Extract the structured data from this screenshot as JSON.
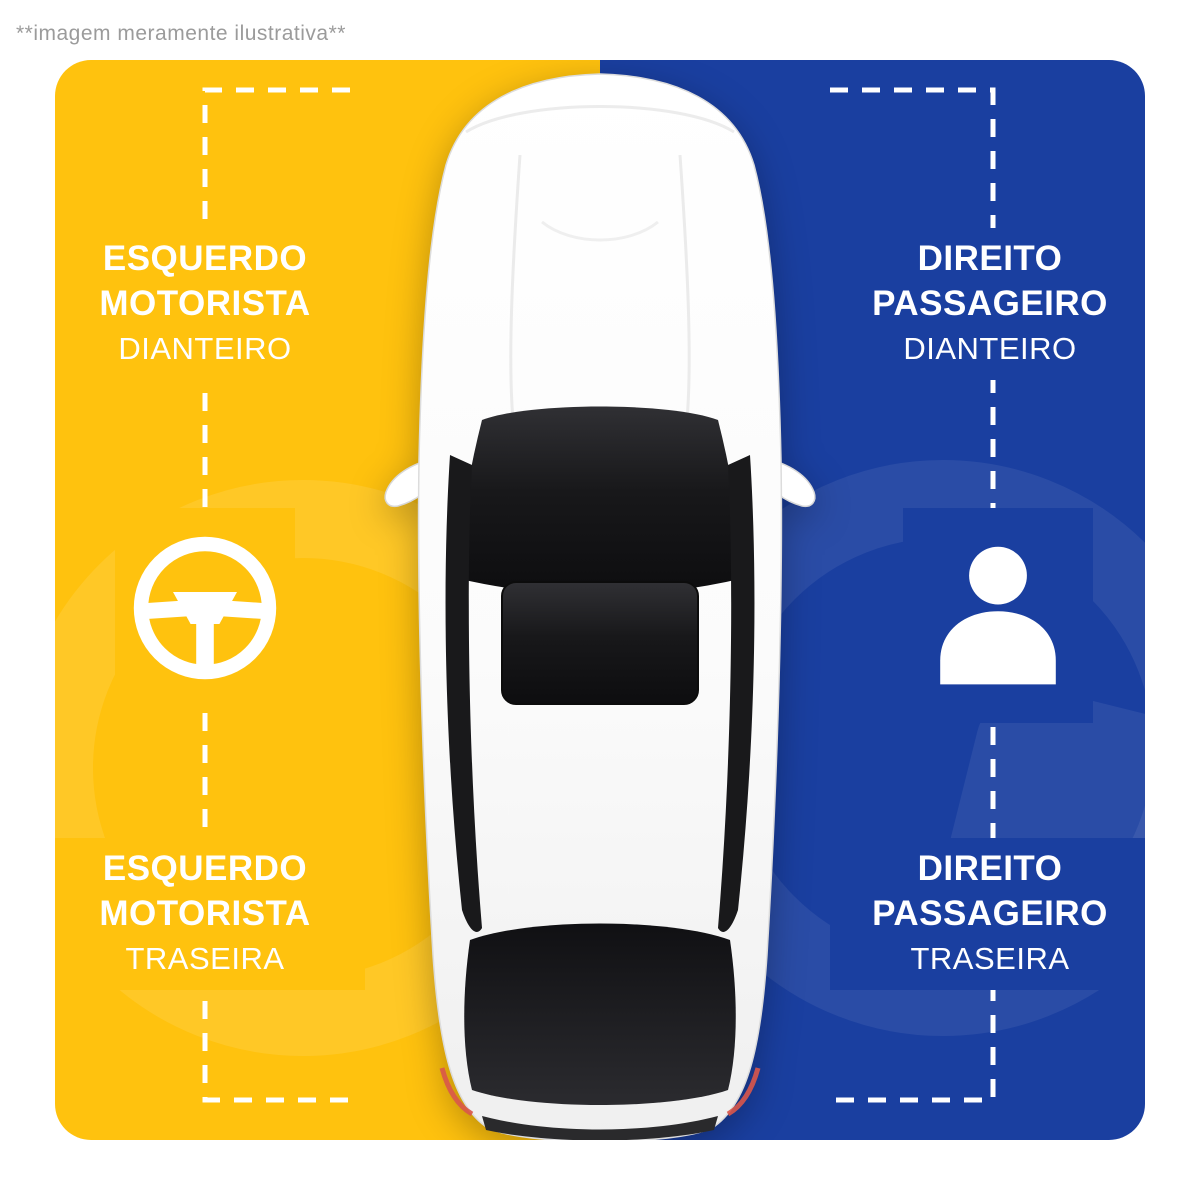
{
  "disclaimer": "**imagem meramente ilustrativa**",
  "colors": {
    "left_bg": "#FFC20E",
    "right_bg": "#1A3FA0",
    "label_text": "#FFFFFF"
  },
  "labels": {
    "left_front": {
      "line1": "ESQUERDO",
      "line2": "MOTORISTA",
      "line3": "DIANTEIRO"
    },
    "left_rear": {
      "line1": "ESQUERDO",
      "line2": "MOTORISTA",
      "line3": "TRASEIRA"
    },
    "right_front": {
      "line1": "DIREITO",
      "line2": "PASSAGEIRO",
      "line3": "DIANTEIRO"
    },
    "right_rear": {
      "line1": "DIREITO",
      "line2": "PASSAGEIRO",
      "line3": "TRASEIRA"
    }
  },
  "icons": {
    "left_side": "steering-wheel-icon",
    "right_side": "person-icon",
    "center": "car-top-view-illustration"
  }
}
